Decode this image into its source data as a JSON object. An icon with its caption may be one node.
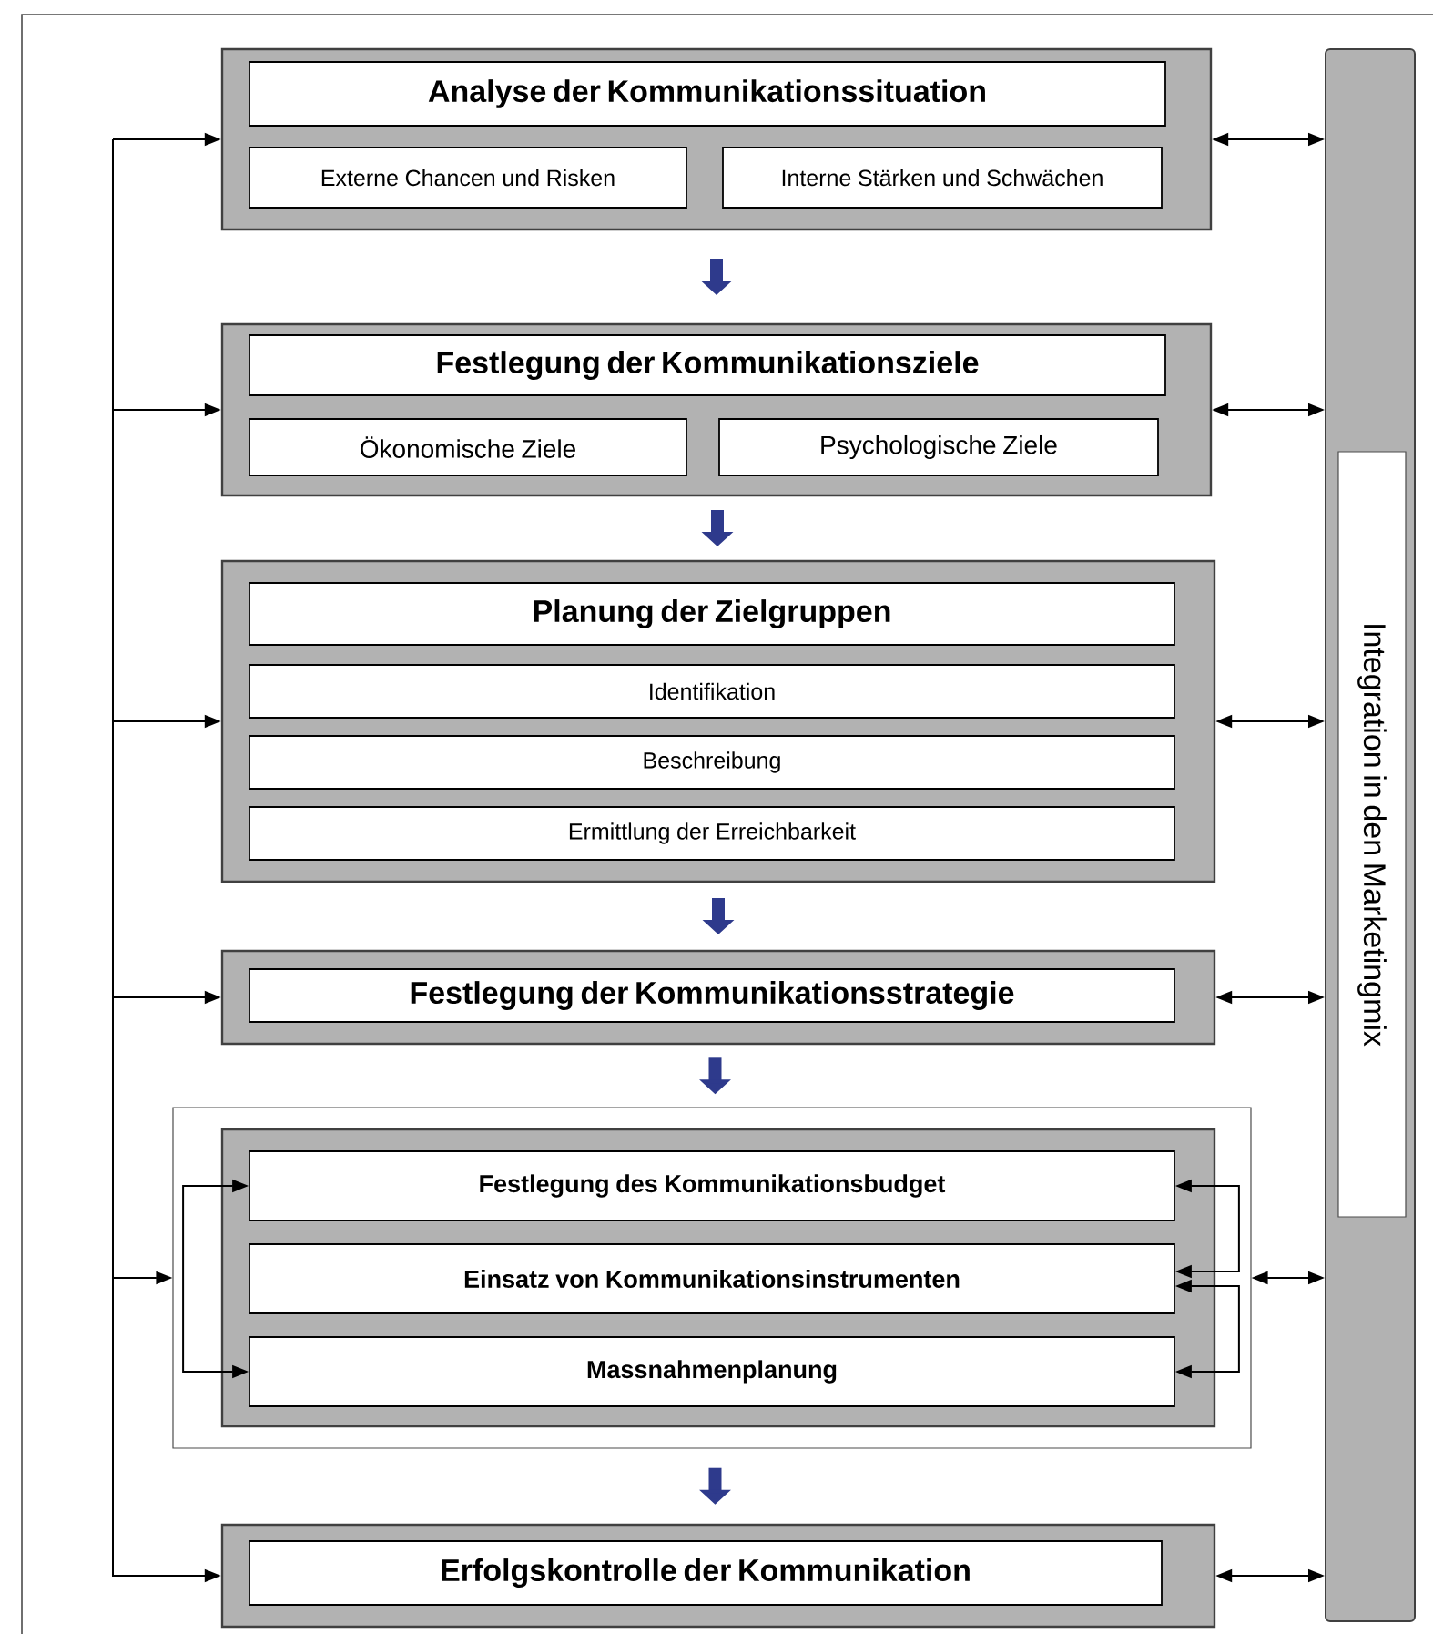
{
  "diagram": {
    "nodes": [
      {
        "text": [],
        "shape": "box"
      },
      {
        "text": [
          "Analyse der Kommunikationssituation"
        ],
        "in": 0
      },
      {
        "text": [
          "Externe Chancen und Risken"
        ],
        "in": 0
      },
      {
        "text": [
          "Interne Stärken und Schwächen"
        ],
        "in": 0
      },
      {
        "text": [],
        "shape": "box"
      },
      {
        "text": [
          "Festlegung der Kommunikationsziele"
        ],
        "in": 4
      },
      {
        "text": [
          "Ökonomische Ziele"
        ],
        "in": 4
      },
      {
        "text": [
          "Psychologische Ziele"
        ],
        "in": 4
      },
      {
        "text": [],
        "shape": "box"
      },
      {
        "text": [
          "Planung der Zielgruppen"
        ],
        "in": 8
      },
      {
        "text": [
          "Identifikation"
        ],
        "in": 8
      },
      {
        "text": [
          "Beschreibung"
        ],
        "in": 8
      },
      {
        "text": [
          "Ermittlung der Erreichbarkeit"
        ],
        "in": 8
      },
      {
        "text": [],
        "shape": "box"
      },
      {
        "text": [
          "Festlegung der Kommunikationsstrategie"
        ],
        "in": 13
      },
      {
        "text": [],
        "shape": "box"
      },
      {
        "text": [],
        "shape": "box",
        "in": 15
      },
      {
        "text": [
          "Festlegung des Kommunikationsbudget"
        ],
        "in": 16
      },
      {
        "text": [
          "Einsatz von Kommunikationsinstrumenten"
        ],
        "in": 16
      },
      {
        "text": [
          "Massnahmenplanung"
        ],
        "in": 16
      },
      {
        "text": [],
        "shape": "box"
      },
      {
        "text": [
          "Erfolgskontrolle der Kommunikation"
        ],
        "in": 20
      },
      {
        "text": [],
        "shape": "bar"
      },
      {
        "text": [
          "Integration in den Marketingmix"
        ],
        "in": 22
      }
    ],
    "edges": [
      {
        "from": 0,
        "to": 4,
        "arrow": "to",
        "style": "thick",
        "color": "#2e3a8c"
      },
      {
        "from": 4,
        "to": 8,
        "arrow": "to",
        "style": "thick",
        "color": "#2e3a8c"
      },
      {
        "from": 8,
        "to": 13,
        "arrow": "to",
        "style": "thick",
        "color": "#2e3a8c"
      },
      {
        "from": 13,
        "to": 15,
        "arrow": "to",
        "style": "thick",
        "color": "#2e3a8c"
      },
      {
        "from": 15,
        "to": 20,
        "arrow": "to",
        "style": "thick",
        "color": "#2e3a8c"
      },
      {
        "from": null,
        "to": 0,
        "arrow": "to"
      },
      {
        "from": null,
        "to": 4,
        "arrow": "to"
      },
      {
        "from": null,
        "to": 8,
        "arrow": "to"
      },
      {
        "from": null,
        "to": 13,
        "arrow": "to"
      },
      {
        "from": null,
        "to": 15,
        "arrow": "to"
      },
      {
        "from": null,
        "to": 20,
        "arrow": "to"
      },
      {
        "from": 0,
        "to": 22,
        "arrow": "both"
      },
      {
        "from": 4,
        "to": 22,
        "arrow": "both"
      },
      {
        "from": 8,
        "to": 22,
        "arrow": "both"
      },
      {
        "from": 13,
        "to": 22,
        "arrow": "both"
      },
      {
        "from": 15,
        "to": 22,
        "arrow": "both"
      },
      {
        "from": 20,
        "to": 22,
        "arrow": "both"
      },
      {
        "from": 17,
        "to": 19,
        "arrow": "both"
      },
      {
        "from": 17,
        "to": 18,
        "arrow": "both"
      },
      {
        "from": 18,
        "to": 19,
        "arrow": "both"
      }
    ]
  }
}
